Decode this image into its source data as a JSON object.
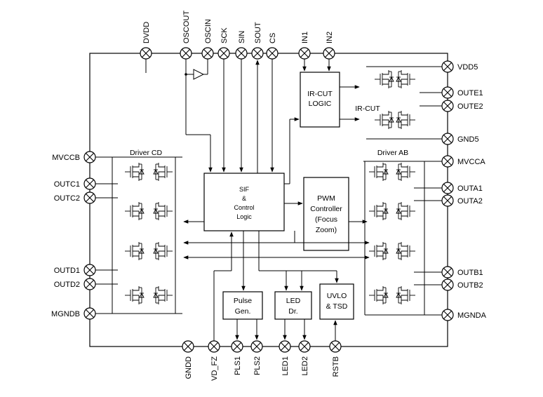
{
  "pins": {
    "top": [
      "DVDD",
      "OSCOUT",
      "OSCIN",
      "SCK",
      "SIN",
      "SOUT",
      "CS",
      "IN1",
      "IN2"
    ],
    "right": [
      "VDD5",
      "OUTE1",
      "OUTE2",
      "GND5",
      "MVCCA",
      "OUTA1",
      "OUTA2",
      "OUTB1",
      "OUTB2",
      "MGNDA"
    ],
    "left": [
      "MVCCB",
      "OUTC1",
      "OUTC2",
      "OUTD1",
      "OUTD2",
      "MGNDB"
    ],
    "bottom": [
      "GNDD",
      "VD_FZ",
      "PLS1",
      "PLS2",
      "LED1",
      "LED2",
      "RSTB"
    ]
  },
  "blocks": {
    "ircut_logic": [
      "IR-CUT",
      "LOGIC"
    ],
    "ircut": "IR-CUT",
    "sif": [
      "SIF",
      "&",
      "Control",
      "Logic"
    ],
    "pwm": [
      "PWM",
      "Controller",
      "(Focus",
      "Zoom)"
    ],
    "pulse": [
      "Pulse",
      "Gen."
    ],
    "led": [
      "LED",
      "Dr."
    ],
    "uvlo": [
      "UVLO",
      "& TSD"
    ],
    "driver_ab": "Driver AB",
    "driver_cd": "Driver CD"
  }
}
